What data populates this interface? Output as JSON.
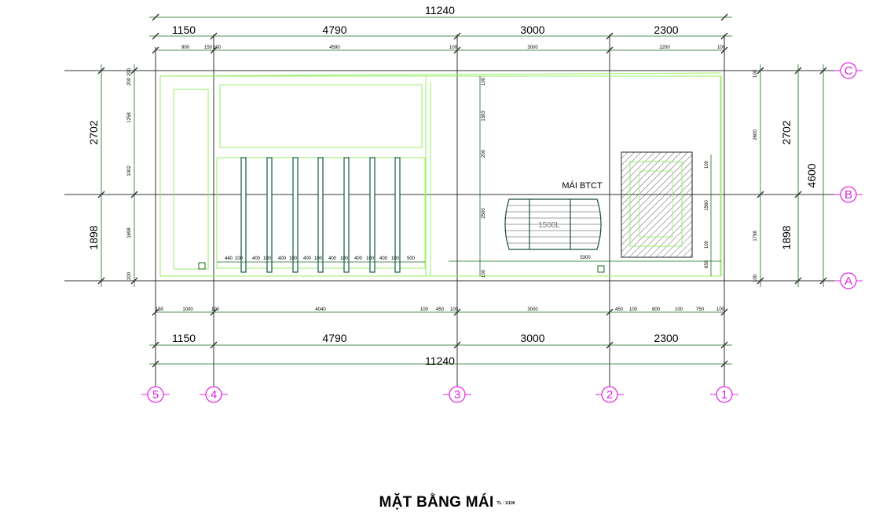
{
  "title": "MẶT BẰNG MÁI",
  "scale": "TL : 1/100",
  "top_total": "11240",
  "top_spans": [
    "1150",
    "4790",
    "3000",
    "2300"
  ],
  "top_sub": [
    "900",
    "150",
    "100",
    "4590",
    "100",
    "3000",
    "2200",
    "100"
  ],
  "bottom_total": "11240",
  "bottom_spans": [
    "1150",
    "4790",
    "3000",
    "2300"
  ],
  "bottom_sub": [
    "150",
    "1000",
    "100",
    "4040",
    "100",
    "450",
    "100",
    "3000",
    "450",
    "100",
    "800",
    "100",
    "750",
    "100"
  ],
  "left_outer": [
    "2702",
    "1898"
  ],
  "left_inner": [
    "200",
    "200",
    "1258",
    "1002",
    "1698",
    "200"
  ],
  "right_inner": [
    "100",
    "2600",
    "1798",
    "100"
  ],
  "right_outer": [
    "2702",
    "1898"
  ],
  "right_total": "4600",
  "joist_dims": [
    "440",
    "100",
    "400",
    "100",
    "400",
    "100",
    "400",
    "100",
    "400",
    "100",
    "400",
    "100",
    "400",
    "100",
    "500"
  ],
  "mid_dims": [
    "100",
    "1393",
    "200",
    "2500",
    "100"
  ],
  "tank_dims": [
    "100",
    "1560",
    "100",
    "650"
  ],
  "long_dim": "5300",
  "roof_label": "MÁI BTCT",
  "tank_label": "1500L",
  "grid_rows": [
    "C",
    "B",
    "A"
  ],
  "grid_cols": [
    "5",
    "4",
    "3",
    "2",
    "1"
  ],
  "colors": {
    "dim_line": "#1a6b1a",
    "grid_line": "#333333",
    "wall": "#99ee66",
    "member": "#0f5a44",
    "tag": "#e020e0",
    "hatch": "#222222"
  }
}
